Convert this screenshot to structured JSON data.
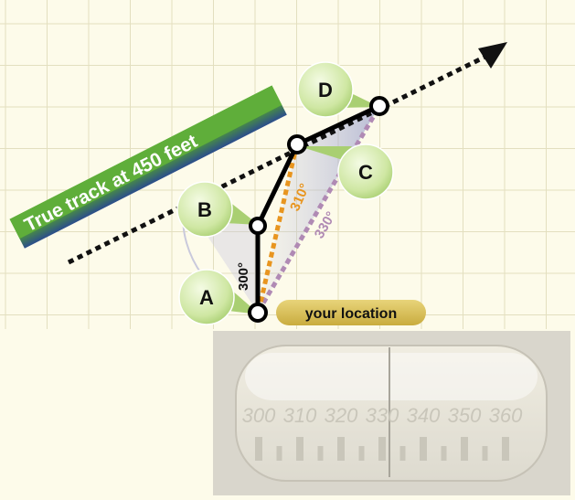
{
  "banner": {
    "text": "True track at 450 feet"
  },
  "points": [
    {
      "id": "A",
      "label": "A"
    },
    {
      "id": "B",
      "label": "B"
    },
    {
      "id": "C",
      "label": "C"
    },
    {
      "id": "D",
      "label": "D"
    }
  ],
  "location_label": "your location",
  "angles": {
    "heading_300": "300°",
    "heading_310": "310°",
    "heading_330": "330°"
  },
  "compass": {
    "ticks": [
      "300",
      "310",
      "320",
      "330",
      "340",
      "350",
      "360"
    ]
  },
  "colors": {
    "background": "#fdfbea",
    "grid": "#e3dfbf",
    "banner_green": "#5fae3a",
    "banner_blue": "#2c4a8c",
    "bubble_green": "#c8e49a",
    "orange_dotted": "#e8951f",
    "purple_dotted": "#b08ab4",
    "location_badge": "#d6bf5a",
    "compass_box": "#d9d6cc"
  }
}
